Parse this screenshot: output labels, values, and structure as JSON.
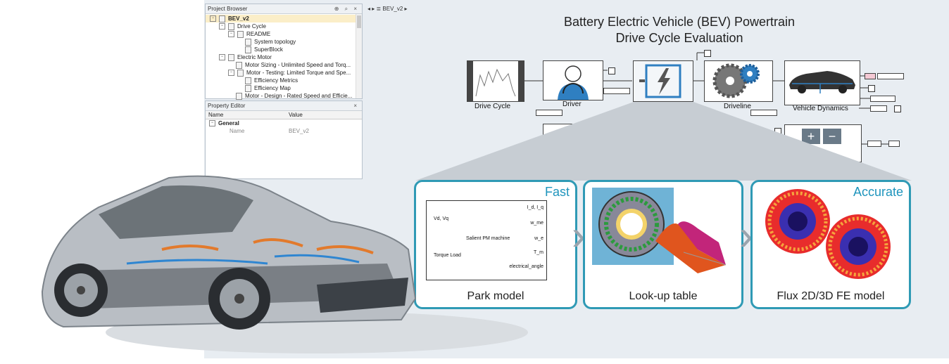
{
  "project_browser": {
    "title": "Project Browser",
    "toolbar": "⊕ ⌕ ×",
    "items": [
      {
        "label": "BEV_v2",
        "depth": 0,
        "selected": true,
        "expander": "⊟"
      },
      {
        "label": "Drive Cycle",
        "depth": 1,
        "expander": "⊟"
      },
      {
        "label": "README",
        "depth": 2,
        "expander": "⊟"
      },
      {
        "label": "System topology",
        "depth": 3
      },
      {
        "label": "SuperBlock",
        "depth": 3
      },
      {
        "label": "Electric Motor",
        "depth": 1,
        "expander": "⊟"
      },
      {
        "label": "Motor Sizing - Unlimited Speed and Torq...",
        "depth": 2
      },
      {
        "label": "Motor - Testing: Limited Torque and Spe...",
        "depth": 2,
        "expander": "⊟"
      },
      {
        "label": "Efficiency Metrics",
        "depth": 3
      },
      {
        "label": "Efficiency Map",
        "depth": 3
      },
      {
        "label": "Motor - Design - Rated Speed and Efficie...",
        "depth": 2
      }
    ]
  },
  "property_editor": {
    "title": "Property Editor",
    "close": "×",
    "columns": [
      "Name",
      "Value"
    ],
    "group": "General",
    "rows": [
      {
        "name": "Name",
        "value": "BEV_v2"
      }
    ]
  },
  "breadcrumb": {
    "text": "◂ ▸ ≣ BEV_v2 ▸"
  },
  "diagram": {
    "title_line1": "Battery Electric Vehicle (BEV) Powertrain",
    "title_line2": "Drive Cycle Evaluation",
    "blocks": {
      "drive_cycle": "Drive Cycle",
      "driver": "Driver",
      "driveline": "Driveline",
      "vehicle_dynamics": "Vehicle Dynamics"
    }
  },
  "stages": {
    "park": {
      "tag": "Fast",
      "label": "Park model",
      "block_title": "Salient PM machine",
      "in1": "Vd, Vq",
      "in2": "Torque Load",
      "outputs": [
        "I_d, I_q",
        "w_me",
        "w_e",
        "T_m",
        "electrical_angle"
      ]
    },
    "lut": {
      "label": "Look-up table"
    },
    "fe": {
      "tag": "Accurate",
      "label": "Flux 2D/3D FE model"
    }
  },
  "colors": {
    "accent": "#2f9ab5",
    "tag_blue": "#1f95bd",
    "selected": "#fbeec8"
  }
}
